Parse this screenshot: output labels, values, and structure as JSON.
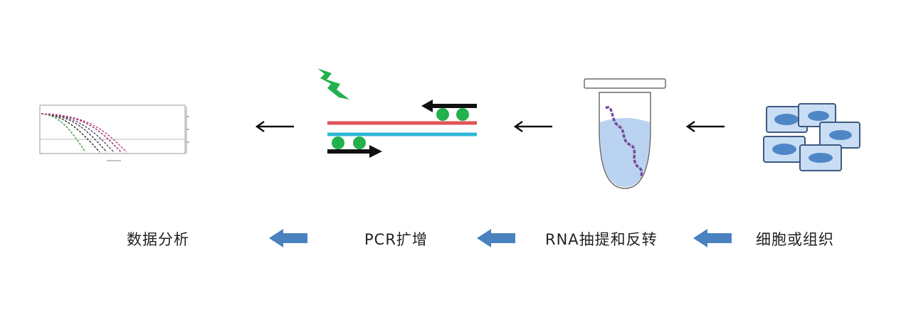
{
  "steps": [
    {
      "id": "cells",
      "label": "细胞或组织"
    },
    {
      "id": "rna",
      "label": "RNA抽提和反转"
    },
    {
      "id": "pcr",
      "label": "PCR扩增"
    },
    {
      "id": "data",
      "label": "数据分析"
    }
  ],
  "colors": {
    "cell_fill": "#c9def5",
    "cell_border": "#3d5a80",
    "nucleus": "#4f86c6",
    "tube_liquid": "#b9d3f0",
    "rna_strand": "#7a4a9a",
    "dna_red": "#e0535a",
    "dna_blue": "#2bb7d6",
    "probe_green": "#22b14c",
    "flash_green": "#22b14c",
    "flow_arrow": "#4a82c0",
    "black_arrow": "#111111"
  },
  "icons": [
    "cell-cluster-icon",
    "tube-icon",
    "pcr-duplex-icon",
    "amplification-plot-icon"
  ]
}
